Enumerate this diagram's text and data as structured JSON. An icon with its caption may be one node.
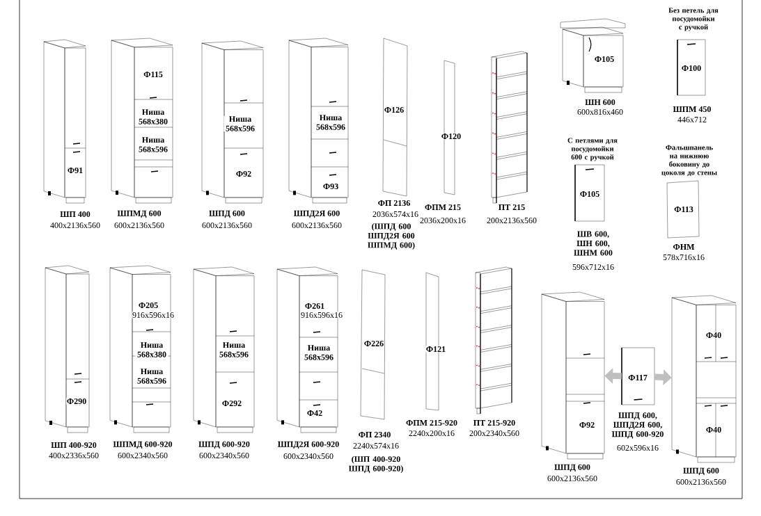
{
  "diagram": {
    "nodes": [
      {
        "text": [
          "Ф91"
        ],
        "beside": [
          "ШП 400",
          "400x2136x560"
        ]
      },
      {
        "text": [
          "Ф115",
          "Ниша 568x380",
          "Ниша 568x596"
        ],
        "beside": [
          "ШПМД 600",
          "600x2136x560"
        ]
      },
      {
        "text": [
          "Ниша 568x596",
          "Ф92"
        ],
        "beside": [
          "ШПД 600",
          "600x2136x560"
        ]
      },
      {
        "text": [
          "Ниша 568x596",
          "Ф93"
        ],
        "beside": [
          "ШПД2Я 600",
          "600x2136x560"
        ]
      },
      {
        "text": [
          "Ф126"
        ],
        "beside": [
          "ФП 2136",
          "2036x574x16",
          "(ШПД 600 ШПД2Я 600 ШПМД 600)"
        ]
      },
      {
        "text": [
          "Ф120"
        ],
        "beside": [
          "ФПМ 215",
          "2036x200x16"
        ]
      },
      {
        "text": [],
        "shape": "picture",
        "beside": [
          "ПТ 215",
          "200x2136x560"
        ]
      },
      {
        "text": [
          "Ф105"
        ],
        "beside": [
          "ШН 600",
          "600x816x460"
        ]
      },
      {
        "text": [
          "Ф100"
        ],
        "beside": [
          "Без петель для посудомойки с ручкой",
          "ШПМ 450",
          "446x712"
        ]
      },
      {
        "text": [
          "Ф105"
        ],
        "beside": [
          "С петлями для посудомойки 600 с ручкой",
          "ШВ 600, ШН 600, ШНМ 600",
          "596x712x16"
        ]
      },
      {
        "text": [
          "Ф113"
        ],
        "beside": [
          "Фальшпанель на нижнюю боковину до цоколя до стены",
          "ФНМ",
          "578x716x16"
        ]
      },
      {
        "text": [
          "Ф290"
        ],
        "beside": [
          "ШП 400-920",
          "400x2336x560"
        ]
      },
      {
        "text": [
          "Ф205",
          "916x596x16",
          "Ниша 568x380",
          "Ниша 568x596"
        ],
        "beside": [
          "ШПМД 600-920",
          "600x2340x560"
        ]
      },
      {
        "text": [
          "Ниша 568x596",
          "Ф292"
        ],
        "beside": [
          "ШПД 600-920",
          "600x2340x560"
        ]
      },
      {
        "text": [
          "Ф261",
          "916x596x16",
          "Ниша 568x596",
          "Ф42"
        ],
        "beside": [
          "ШПД2Я 600-920",
          "600x2340x560"
        ]
      },
      {
        "text": [
          "Ф226"
        ],
        "beside": [
          "ФП 2340",
          "2240x574x16",
          "(ШП 400-920 ШПД 600-920)"
        ]
      },
      {
        "text": [
          "Ф121"
        ],
        "beside": [
          "ФПМ 215-920",
          "2240x200x16"
        ]
      },
      {
        "text": [],
        "shape": "picture",
        "beside": [
          "ПТ 215-920",
          "200x2340x560"
        ]
      },
      {
        "text": [
          "Ф92"
        ],
        "beside": [
          "ШПД 600",
          "600x2136x560"
        ]
      },
      {
        "text": [
          "Ф117"
        ],
        "beside": [
          "ШПД 600, ШПД2Я 600, ШПД 600-920",
          "602x596x16"
        ]
      },
      {
        "text": [
          "Ф40",
          "Ф40"
        ],
        "beside": [
          "ШПД 600",
          "600x2136x560"
        ]
      }
    ],
    "edges": [
      {
        "from": 19,
        "to": 18,
        "arrow": "to"
      },
      {
        "from": 19,
        "to": 20,
        "arrow": "to"
      }
    ]
  }
}
